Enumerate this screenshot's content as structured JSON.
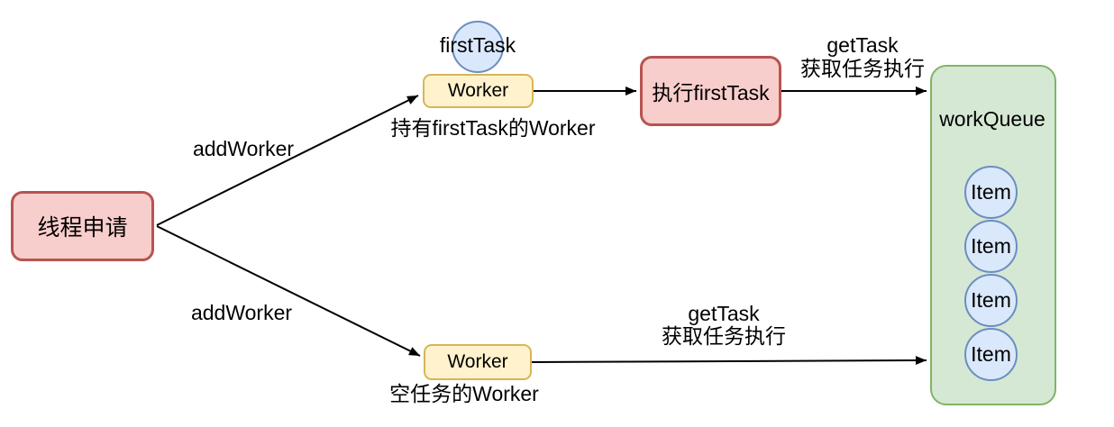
{
  "diagram": {
    "background": "#ffffff",
    "nodes": {
      "thread_request": {
        "label": "线程申请"
      },
      "worker_with_task": {
        "label": "Worker",
        "caption": "持有firstTask的Worker"
      },
      "first_task_circle": {
        "label": "firstTask"
      },
      "exec_first_task": {
        "label": "执行firstTask"
      },
      "worker_empty": {
        "label": "Worker",
        "caption": "空任务的Worker"
      },
      "work_queue": {
        "title": "workQueue",
        "items": [
          "Item",
          "Item",
          "Item",
          "Item"
        ]
      }
    },
    "edges": {
      "add_worker_top": {
        "label": "addWorker"
      },
      "add_worker_bottom": {
        "label": "addWorker"
      },
      "get_task_top": {
        "line1": "getTask",
        "line2": "获取任务执行"
      },
      "get_task_bottom": {
        "line1": "getTask",
        "line2": "获取任务执行"
      }
    },
    "colors": {
      "red_fill": "#f8cecc",
      "red_border": "#b85450",
      "yellow_fill": "#fff2cc",
      "yellow_border": "#d6b656",
      "green_fill": "#d5e8d4",
      "green_border": "#82b366",
      "blue_fill": "#dae8fc",
      "blue_border": "#6c8ebf",
      "arrow": "#000000",
      "text": "#000000"
    }
  }
}
